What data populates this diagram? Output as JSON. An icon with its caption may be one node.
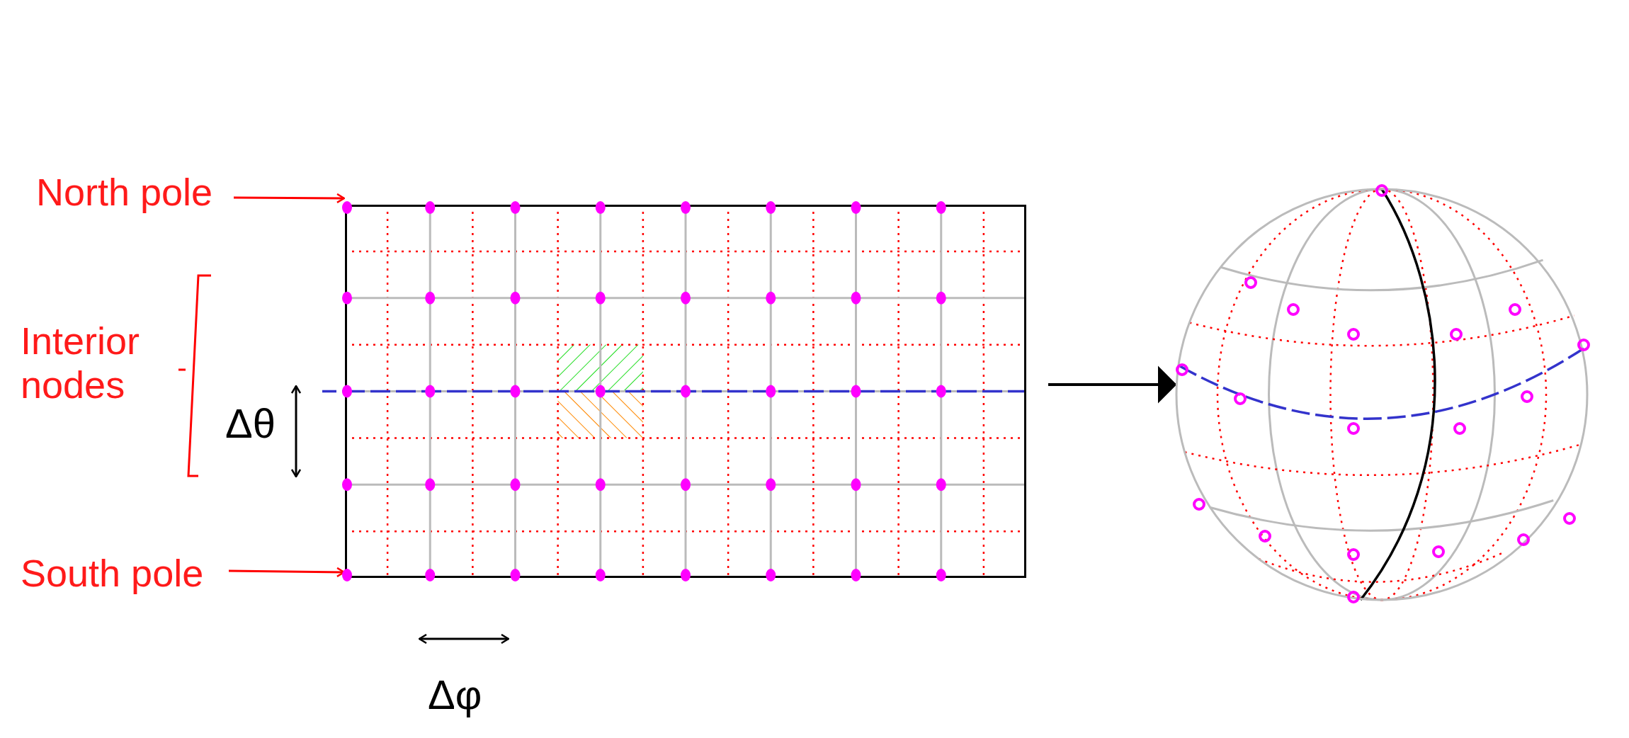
{
  "diagram": {
    "nodes": [
      {
        "text": [
          "North pole"
        ]
      },
      {
        "text": [
          "Interior nodes"
        ]
      },
      {
        "text": [
          "South pole"
        ]
      },
      {
        "text": [],
        "shape": "box"
      },
      {
        "text": [],
        "shape": "circle"
      }
    ],
    "edges": [
      {
        "from": 0,
        "to": 3,
        "arrow": "to"
      },
      {
        "from": 2,
        "to": 3,
        "arrow": "to"
      },
      {
        "from": 3,
        "to": 4,
        "arrow": "to",
        "color": "#000000"
      }
    ],
    "labels": [
      "Δθ",
      "Δφ"
    ]
  }
}
